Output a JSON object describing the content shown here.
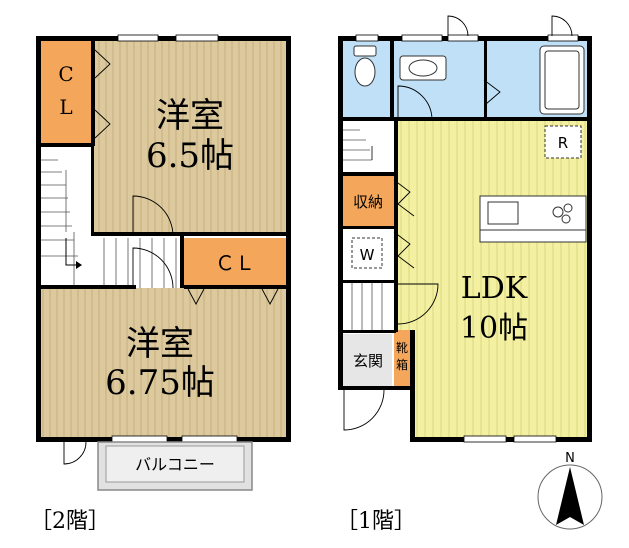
{
  "floors": {
    "second": {
      "label": "［2階］",
      "rooms": {
        "closet_left": "C\nL",
        "closet_right": "ＣＬ",
        "upper": {
          "name": "洋室",
          "size": "6.5帖"
        },
        "lower": {
          "name": "洋室",
          "size": "6.75帖"
        }
      },
      "balcony": "バルコニー"
    },
    "first": {
      "label": "［1階］",
      "rooms": {
        "storage": "収納",
        "washer": "W",
        "refrigerator": "R",
        "entrance": "玄関",
        "shoe_box": "靴箱",
        "ldk": {
          "name": "LDK",
          "size": "10帖"
        }
      }
    }
  },
  "compass": {
    "north": "N"
  },
  "colors": {
    "wood_floor": "#dcc99d",
    "wood_stripe": "#c9b07e",
    "ldk_floor": "#f3f1a1",
    "ldk_stripe": "#dad77e",
    "closet": "#f4a65a",
    "wet_area": "#bfe0f6",
    "balcony": "#e1e1e1",
    "wall": "#000000"
  }
}
